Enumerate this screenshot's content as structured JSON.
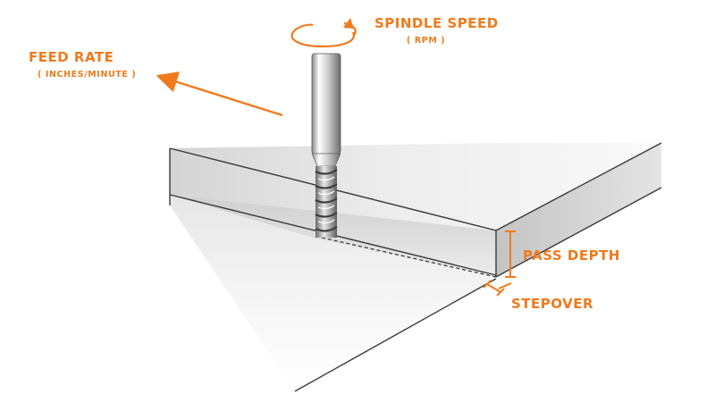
{
  "labels": {
    "spindle_speed": "SPINDLE SPEED",
    "spindle_unit": "( RPM )",
    "feed_rate": "FEED RATE",
    "feed_unit": "( INCHES/MINUTE )",
    "pass_depth": "PASS DEPTH",
    "stepover": "STEPOVER"
  },
  "colors": {
    "accent": "#f07a1c",
    "outline": "#3a3a3a",
    "tool_silver": "#c8c8c8"
  }
}
